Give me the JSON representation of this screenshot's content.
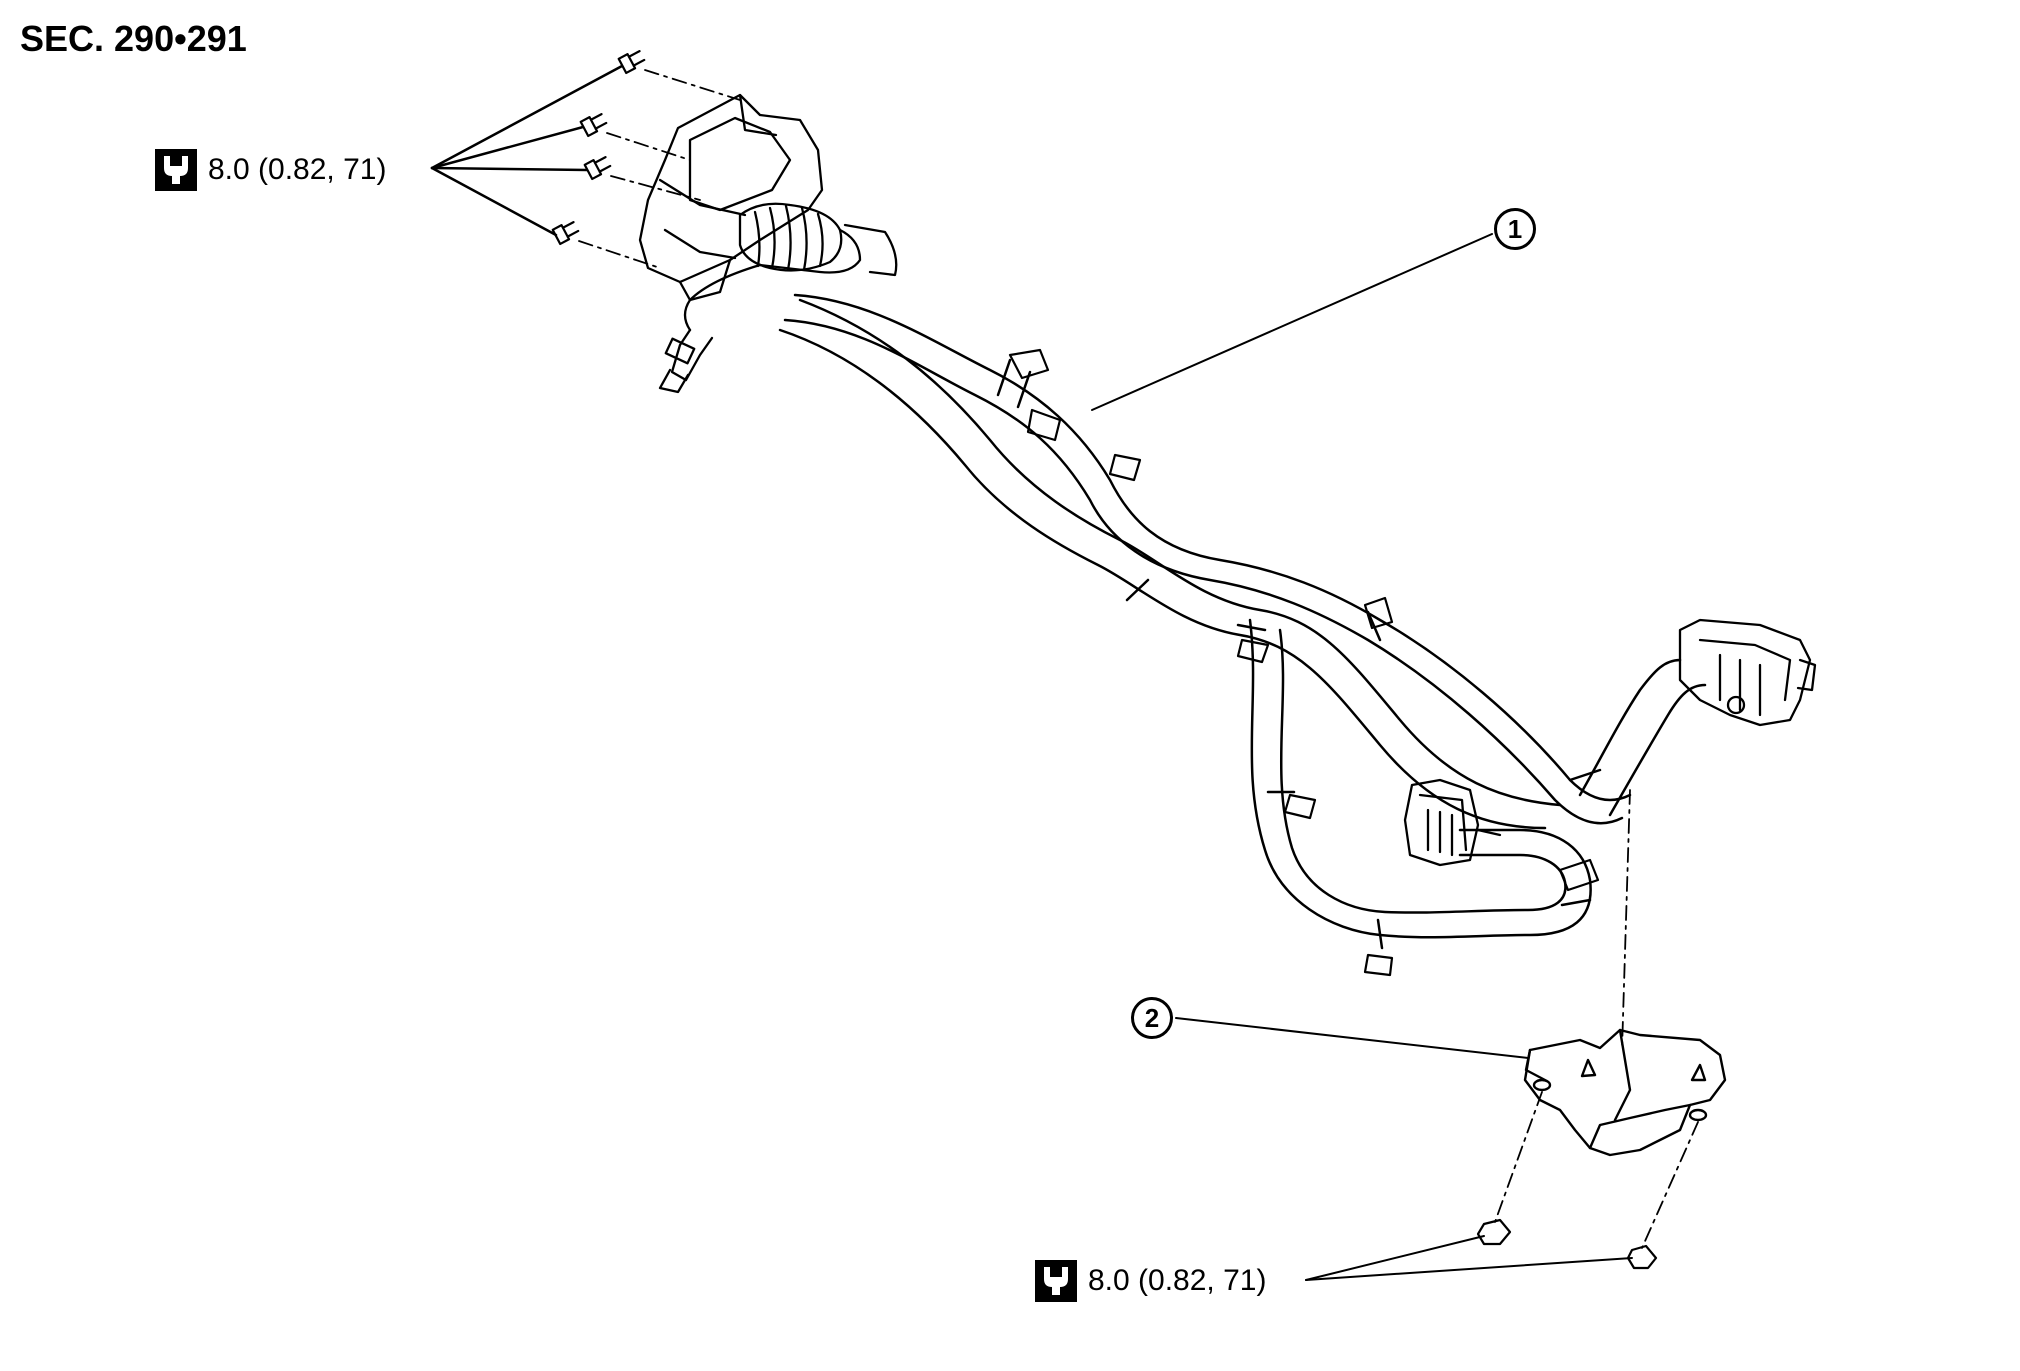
{
  "section_code": "SEC. 290•291",
  "torque_top": "8.0 (0.82, 71)",
  "torque_bottom": "8.0 (0.82, 71)",
  "callouts": [
    {
      "number": "1",
      "part": "harness"
    },
    {
      "number": "2",
      "part": "bracket"
    }
  ],
  "icons": {
    "torque_symbol": "torque-wrench-icon"
  }
}
